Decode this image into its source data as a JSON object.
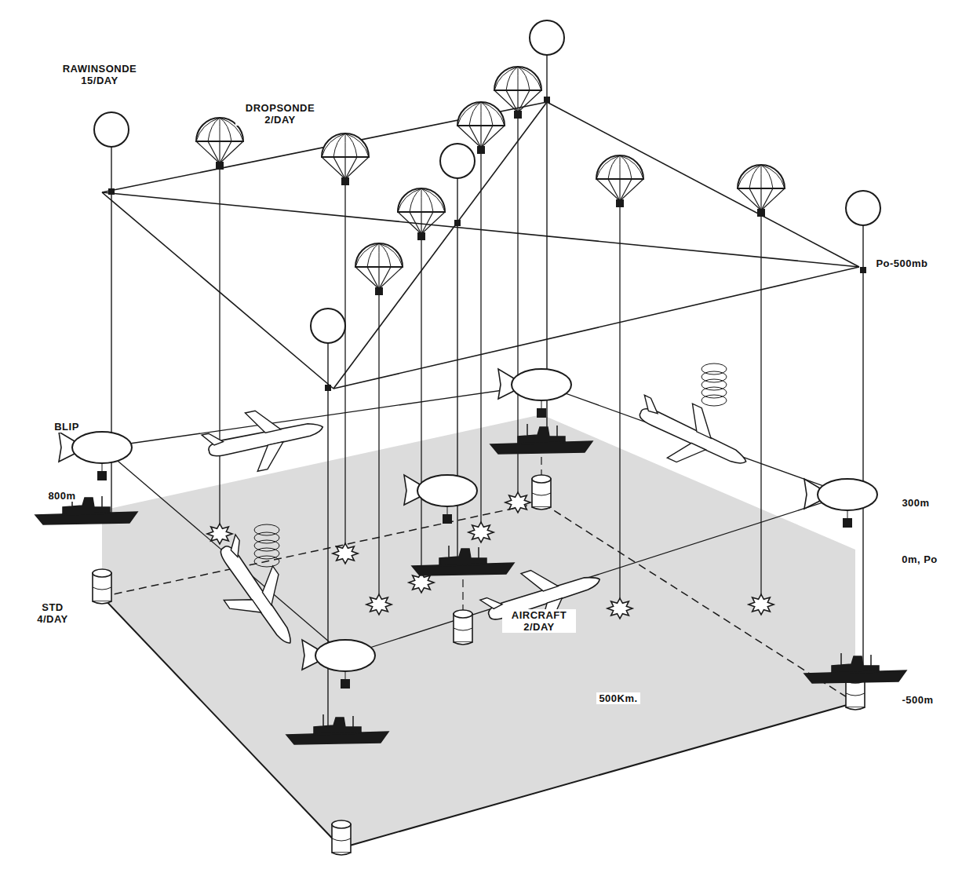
{
  "diagram": {
    "labels": [
      "RAWINSONDE 15/DAY",
      "DROPSONDE 2/DAY",
      "Po-500mb",
      "BLIP",
      "800m",
      "300m",
      "0m, Po",
      "STD 4/DAY",
      "AIRCRAFT 2/DAY",
      "-500m",
      "500Km."
    ]
  }
}
